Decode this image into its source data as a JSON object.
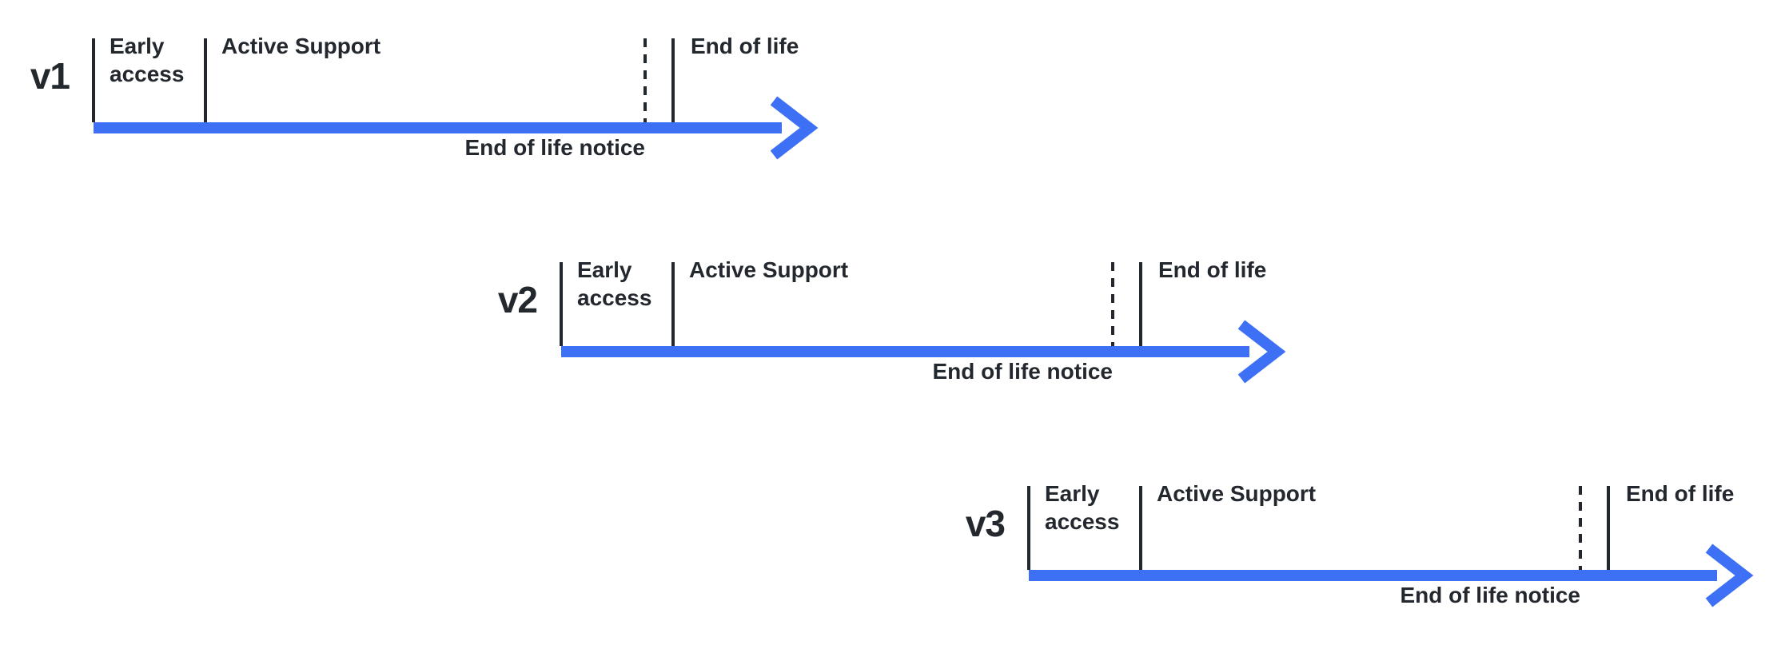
{
  "diagram": {
    "type": "version-lifecycle-timeline",
    "colors": {
      "arrow_blue": "#3d70f5",
      "text_dark": "#23272e",
      "background": "#ffffff"
    },
    "rows": [
      {
        "version": "v1",
        "early_access_label": "Early access",
        "active_support_label": "Active Support",
        "end_of_life_label": "End of life",
        "eol_notice_label": "End of life notice"
      },
      {
        "version": "v2",
        "early_access_label": "Early access",
        "active_support_label": "Active Support",
        "end_of_life_label": "End of life",
        "eol_notice_label": "End of life notice"
      },
      {
        "version": "v3",
        "early_access_label": "Early access",
        "active_support_label": "Active Support",
        "end_of_life_label": "End of life",
        "eol_notice_label": "End of life notice"
      }
    ]
  }
}
